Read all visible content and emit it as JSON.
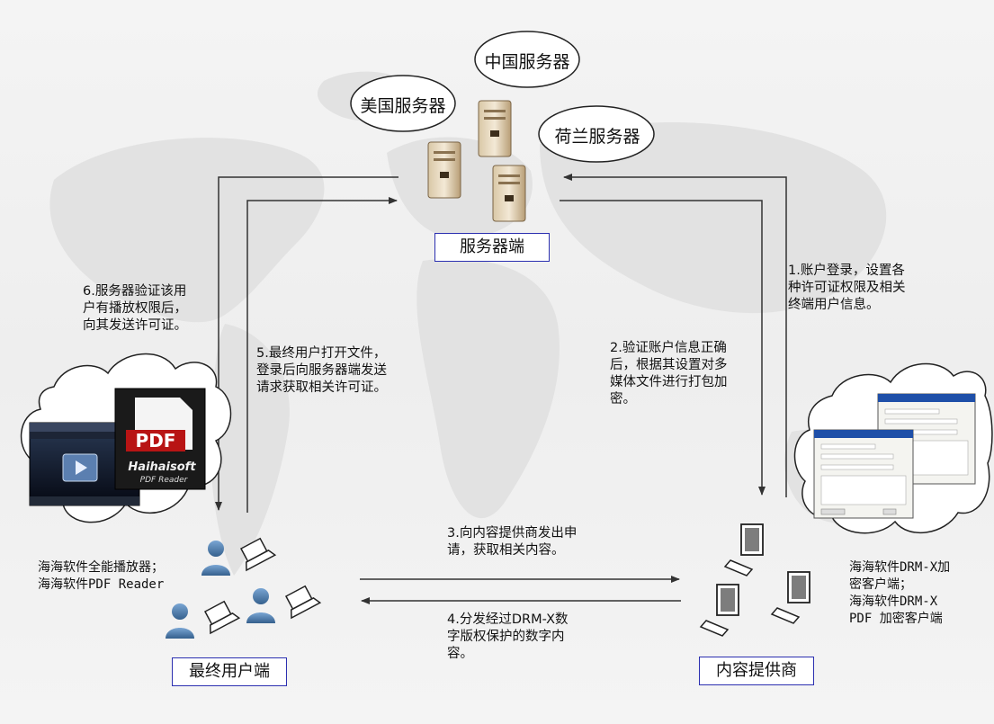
{
  "servers": {
    "china": "中国服务器",
    "usa": "美国服务器",
    "netherlands": "荷兰服务器",
    "label": "服务器端"
  },
  "nodes": {
    "end_user_label": "最终用户端",
    "provider_label": "内容提供商"
  },
  "steps": {
    "step1": "1.账户登录，设置各\n种许可证权限及相关\n终端用户信息。",
    "step2": "2.验证账户信息正确\n后，根据其设置对多\n媒体文件进行打包加\n密。",
    "step3": "3.向内容提供商发出申\n请，获取相关内容。",
    "step4": "4.分发经过DRM-X数\n字版权保护的数字内\n容。",
    "step5": "5.最终用户打开文件，\n登录后向服务器端发送\n请求获取相关许可证。",
    "step6": "6.服务器验证该用\n户有播放权限后，\n向其发送许可证。"
  },
  "products": {
    "end_user_software": "海海软件全能播放器；\n海海软件PDF Reader",
    "provider_software": "海海软件DRM-X加\n密客户端；\n海海软件DRM-X\nPDF 加密客户端"
  },
  "pdf_icon": {
    "badge": "PDF",
    "brand": "Haihaisoft",
    "sub": "PDF Reader"
  },
  "colors": {
    "box_border": "#2b2fb0",
    "arrow": "#333333",
    "user_body": "#4f7fb0"
  }
}
